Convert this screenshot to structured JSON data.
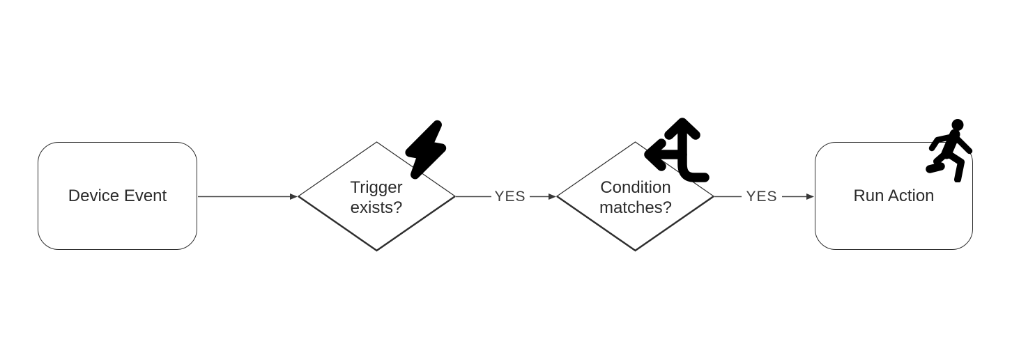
{
  "colors": {
    "background": "#ffffff",
    "shape_stroke": "#2e2e2e",
    "text": "#2b2b2b",
    "connector": "#4c4c4c",
    "icon": "#000000"
  },
  "nodes": [
    {
      "id": "device-event",
      "shape": "rounded-rectangle",
      "label": "Device Event"
    },
    {
      "id": "trigger-exists",
      "shape": "diamond",
      "label_line1": "Trigger",
      "label_line2": "exists?",
      "icon": "lightning-bolt-icon"
    },
    {
      "id": "condition-matches",
      "shape": "diamond",
      "label_line1": "Condition",
      "label_line2": "matches?",
      "icon": "split-arrows-icon"
    },
    {
      "id": "run-action",
      "shape": "rounded-rectangle",
      "label": "Run Action",
      "icon": "person-running-icon"
    }
  ],
  "edges": [
    {
      "from": "device-event",
      "to": "trigger-exists",
      "label": ""
    },
    {
      "from": "trigger-exists",
      "to": "condition-matches",
      "label": "YES"
    },
    {
      "from": "condition-matches",
      "to": "run-action",
      "label": "YES"
    }
  ]
}
